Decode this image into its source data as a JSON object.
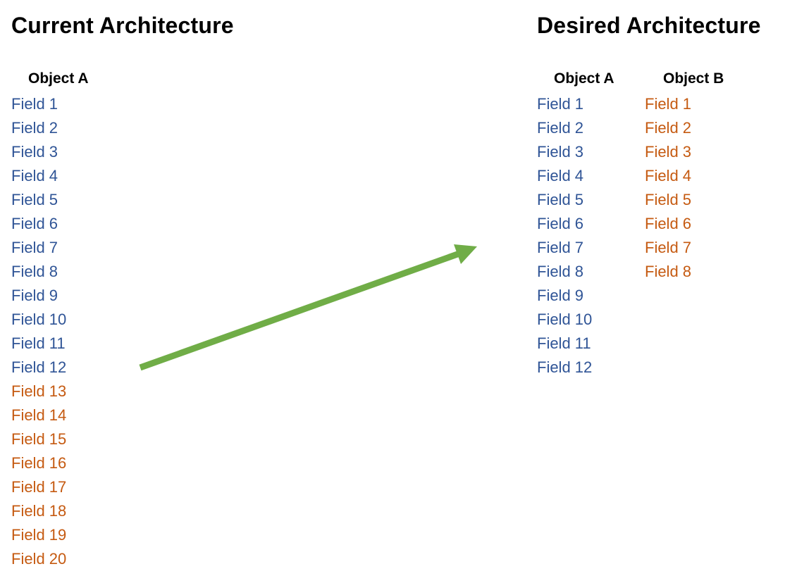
{
  "colors": {
    "blue": "#2F5496",
    "orange": "#C55A11",
    "arrow": "#70AD47"
  },
  "current": {
    "title": "Current Architecture",
    "object_a": {
      "header": "Object A",
      "fields": [
        {
          "label": "Field 1",
          "color": "blue"
        },
        {
          "label": "Field 2",
          "color": "blue"
        },
        {
          "label": "Field 3",
          "color": "blue"
        },
        {
          "label": "Field 4",
          "color": "blue"
        },
        {
          "label": "Field 5",
          "color": "blue"
        },
        {
          "label": "Field 6",
          "color": "blue"
        },
        {
          "label": "Field 7",
          "color": "blue"
        },
        {
          "label": "Field 8",
          "color": "blue"
        },
        {
          "label": "Field 9",
          "color": "blue"
        },
        {
          "label": "Field 10",
          "color": "blue"
        },
        {
          "label": "Field 11",
          "color": "blue"
        },
        {
          "label": "Field 12",
          "color": "blue"
        },
        {
          "label": "Field 13",
          "color": "orange"
        },
        {
          "label": "Field 14",
          "color": "orange"
        },
        {
          "label": "Field 15",
          "color": "orange"
        },
        {
          "label": "Field 16",
          "color": "orange"
        },
        {
          "label": "Field 17",
          "color": "orange"
        },
        {
          "label": "Field 18",
          "color": "orange"
        },
        {
          "label": "Field 19",
          "color": "orange"
        },
        {
          "label": "Field 20",
          "color": "orange"
        }
      ]
    }
  },
  "desired": {
    "title": "Desired Architecture",
    "object_a": {
      "header": "Object A",
      "fields": [
        {
          "label": "Field 1",
          "color": "blue"
        },
        {
          "label": "Field 2",
          "color": "blue"
        },
        {
          "label": "Field 3",
          "color": "blue"
        },
        {
          "label": "Field 4",
          "color": "blue"
        },
        {
          "label": "Field 5",
          "color": "blue"
        },
        {
          "label": "Field 6",
          "color": "blue"
        },
        {
          "label": "Field 7",
          "color": "blue"
        },
        {
          "label": "Field 8",
          "color": "blue"
        },
        {
          "label": "Field 9",
          "color": "blue"
        },
        {
          "label": "Field 10",
          "color": "blue"
        },
        {
          "label": "Field 11",
          "color": "blue"
        },
        {
          "label": "Field 12",
          "color": "blue"
        }
      ]
    },
    "object_b": {
      "header": "Object B",
      "fields": [
        {
          "label": "Field 1",
          "color": "orange"
        },
        {
          "label": "Field 2",
          "color": "orange"
        },
        {
          "label": "Field 3",
          "color": "orange"
        },
        {
          "label": "Field 4",
          "color": "orange"
        },
        {
          "label": "Field 5",
          "color": "orange"
        },
        {
          "label": "Field 6",
          "color": "orange"
        },
        {
          "label": "Field 7",
          "color": "orange"
        },
        {
          "label": "Field 8",
          "color": "orange"
        }
      ]
    }
  }
}
